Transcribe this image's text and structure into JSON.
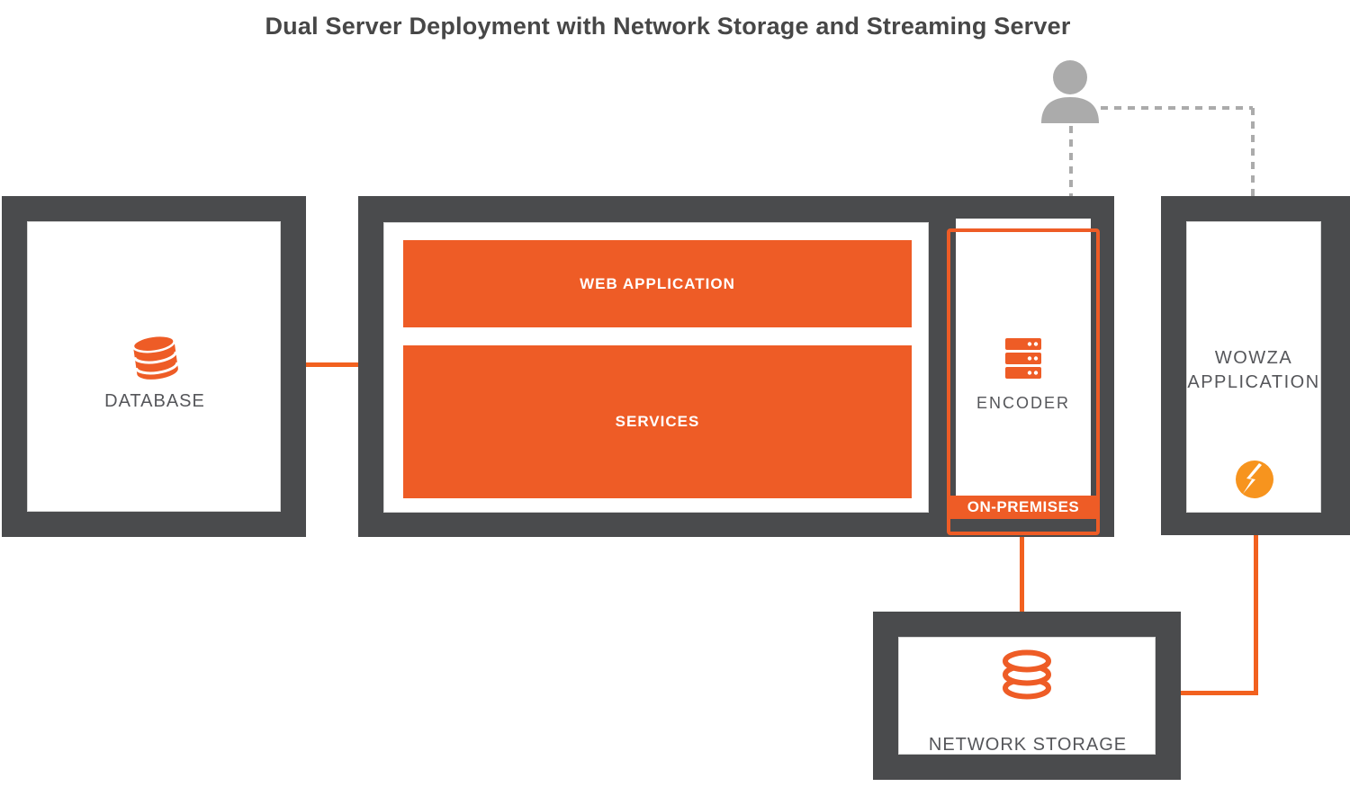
{
  "title": "Dual Server Deployment with Network Storage and Streaming Server",
  "colors": {
    "orange": "#EE5C26",
    "connector_orange": "#F2611F",
    "dark_frame": "#4A4B4D",
    "label_gray": "#55565A",
    "actor_gray": "#ABABAB"
  },
  "database": {
    "label": "DATABASE",
    "icon": "database-cylinder-icon"
  },
  "app_server": {
    "web_application_label": "WEB APPLICATION",
    "services_label": "SERVICES",
    "encoder": {
      "label": "ENCODER",
      "badge": "ON-PREMISES",
      "icon": "server-stack-icon"
    }
  },
  "wowza_application": {
    "line1": "WOWZA",
    "line2": "APPLICATION",
    "icon": "wowza-flame-icon"
  },
  "network_storage": {
    "label": "NETWORK STORAGE",
    "icon": "storage-stack-icon"
  },
  "user": {
    "icon": "person-icon"
  }
}
